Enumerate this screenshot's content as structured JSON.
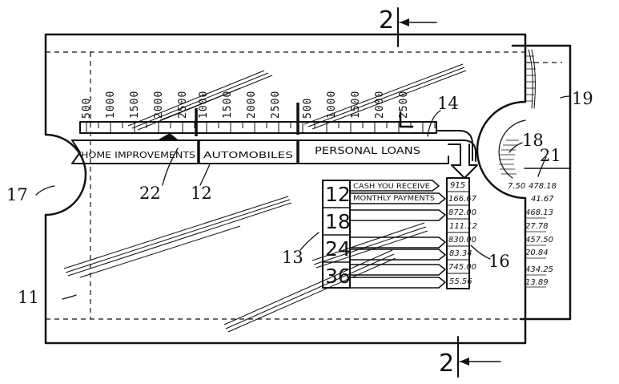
{
  "reference_numerals": {
    "card": "11",
    "loan_type_band": "12",
    "term_panel": "13",
    "scale_strip": "14",
    "value_column": "16",
    "left_notch": "17",
    "right_notch": "18",
    "slide_insert": "19",
    "insert_values": "21",
    "pointer": "22"
  },
  "section_marker": "2",
  "loan_types": [
    "HOME IMPROVEMENTS",
    "AUTOMOBILES",
    "PERSONAL LOANS"
  ],
  "scale_groups": [
    [
      "500",
      "1000",
      "1500",
      "2000",
      "2500"
    ],
    [
      "1000",
      "1500",
      "2000",
      "2500"
    ],
    [
      "500",
      "1000",
      "1500",
      "2000",
      "2500"
    ]
  ],
  "term_labels": {
    "cash": "CASH YOU RECEIVE",
    "monthly": "MONTHLY PAYMENTS"
  },
  "terms": [
    {
      "months": "12",
      "cash": "915",
      "monthly": "166.67"
    },
    {
      "months": "18",
      "cash": "872.00",
      "monthly": "111.12"
    },
    {
      "months": "24",
      "cash": "830.00",
      "monthly": "83.34"
    },
    {
      "months": "36",
      "cash": "745.00",
      "monthly": "55.56"
    }
  ],
  "insert_rows": [
    [
      "7.50",
      "478.18"
    ],
    [
      "41.67"
    ],
    [
      "468.13"
    ],
    [
      "27.78"
    ],
    [
      "457.50"
    ],
    [
      "20.84"
    ],
    [
      "434.25"
    ],
    [
      "13.89"
    ]
  ]
}
